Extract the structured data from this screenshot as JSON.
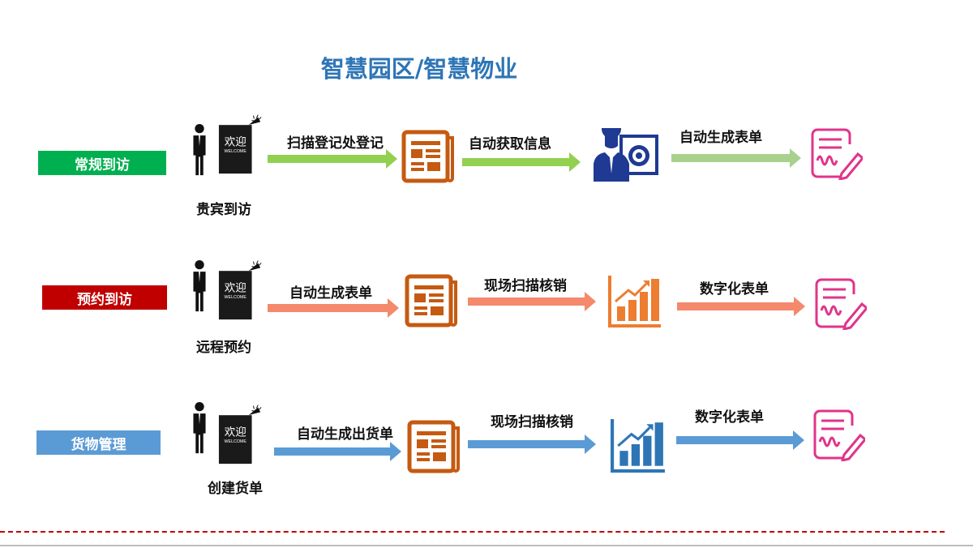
{
  "title": "智慧园区/智慧物业",
  "sign_text": {
    "cn": "欢迎",
    "en": "WELCOME"
  },
  "rows": [
    {
      "label": "常规到访",
      "label_color": "#00b050",
      "caption": "贵宾到访",
      "steps": [
        "扫描登记处登记",
        "自动获取信息",
        "自动生成表单"
      ],
      "arrow_colors": [
        "#92d050",
        "#92d050",
        "#a9d18e"
      ],
      "icons": [
        "newspaper-icon",
        "user-gear-icon",
        "signed-form-icon"
      ]
    },
    {
      "label": "预约到访",
      "label_color": "#c00000",
      "caption": "远程预约",
      "steps": [
        "自动生成表单",
        "现场扫描核销",
        "数字化表单"
      ],
      "arrow_colors": [
        "#f4896b",
        "#f4896b",
        "#f4896b"
      ],
      "icons": [
        "newspaper-icon",
        "growth-chart-icon",
        "signed-form-icon"
      ]
    },
    {
      "label": "货物管理",
      "label_color": "#5b9bd5",
      "caption": "创建货单",
      "steps": [
        "自动生成出货单",
        "现场扫描核销",
        "数字化表单"
      ],
      "arrow_colors": [
        "#5b9bd5",
        "#5b9bd5",
        "#5b9bd5"
      ],
      "icons": [
        "newspaper-icon",
        "growth-chart-icon",
        "signed-form-icon"
      ]
    }
  ],
  "colors": {
    "title": "#2e75b6",
    "doc": "#c55a11",
    "user": "#1f3a93",
    "form": "#e0348b",
    "chart_orange": "#ed7d31",
    "chart_blue": "#2e75b6"
  }
}
